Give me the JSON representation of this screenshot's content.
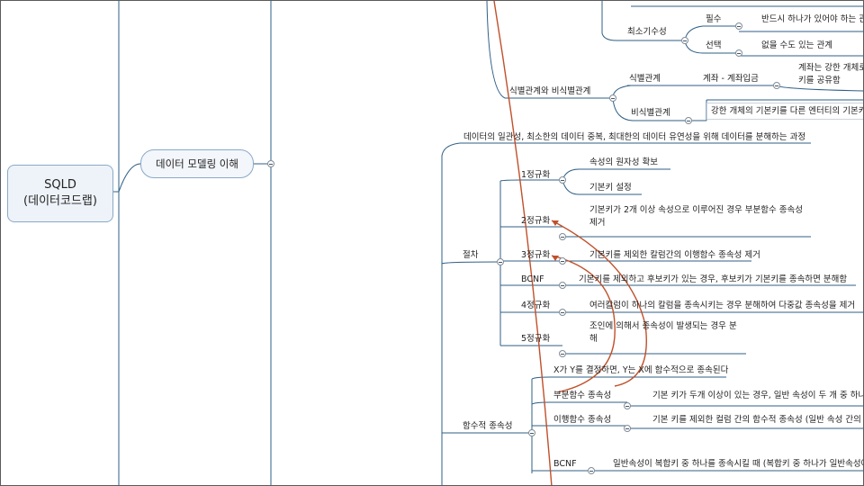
{
  "root": {
    "line1": "SQLD",
    "line2": "(데이터코드랩)"
  },
  "main_topic": "데이터 모델링 이해",
  "top": {
    "choice_node": "최소기수성",
    "required": "필수",
    "required_desc": "반드시 하나가 있어야 하는 관",
    "optional": "선택",
    "optional_desc": "없을 수도 있는 관계",
    "id_rel_parent": "식별관계와 비식별관계",
    "id_rel": "식별관계",
    "id_rel_example": "계좌 - 계좌입금",
    "id_rel_desc1": "계좌는 강한 개체로",
    "id_rel_desc2": "키를 공유함",
    "non_id_rel": "비식별관계",
    "non_id_rel_desc": "강한 개체의 기본키를 다른 엔터티의 기본키"
  },
  "normalization": {
    "definition": "데이터의 일관성, 최소한의 데이터 중복, 최대한의 데이터 유연성을 위해 데이터를 분해하는 과정",
    "procedure": "절차",
    "nf1": "1정규화",
    "nf1_a": "속성의 원자성 확보",
    "nf1_b": "기본키 설정",
    "nf2": "2정규화",
    "nf2_desc1": "기본키가 2개 이상 속성으로 이루어진 경우 부분함수 종속성",
    "nf2_desc2": "제거",
    "nf3": "3정규화",
    "nf3_desc": "기본키를 제외한 칼럼간의 이행함수 종속성 제거",
    "bcnf": "BCNF",
    "bcnf_desc": "기본키를 제외하고 후보키가 있는 경우, 후보키가 기본키를 종속하면 분해함",
    "nf4": "4정규화",
    "nf4_desc": "여러칼럼이 하나의 칼럼을 종속시키는 경우 분해하여 다중값 종속성을 제거",
    "nf5": "5정규화",
    "nf5_desc1": "조인에 의해서 종속성이 발생되는 경우 분",
    "nf5_desc2": "해"
  },
  "dependency": {
    "title": "함수적 종속성",
    "definition": "X가 Y를 결정하면, Y는 X에 함수적으로 종속된다",
    "partial": "부분함수 종속성",
    "partial_desc": "기본 키가 두개 이상이 있는 경우, 일반 속성이 두 개 중 하나",
    "transitive": "이행함수 종속성",
    "transitive_desc": "기본 키를 제외한 컬럼 간의 함수적 종속성 (일반 속성 간의 종",
    "bcnf": "BCNF",
    "bcnf_desc": "일반속성이 복합키 중 하나를 종속시킬 때 (복합키 중 하나가 일반속성에"
  },
  "colors": {
    "node_border": "#8aa9c9",
    "node_fill": "#eef3f9",
    "connector": "#2f5f86",
    "annotation_arrow": "#c0502a"
  }
}
